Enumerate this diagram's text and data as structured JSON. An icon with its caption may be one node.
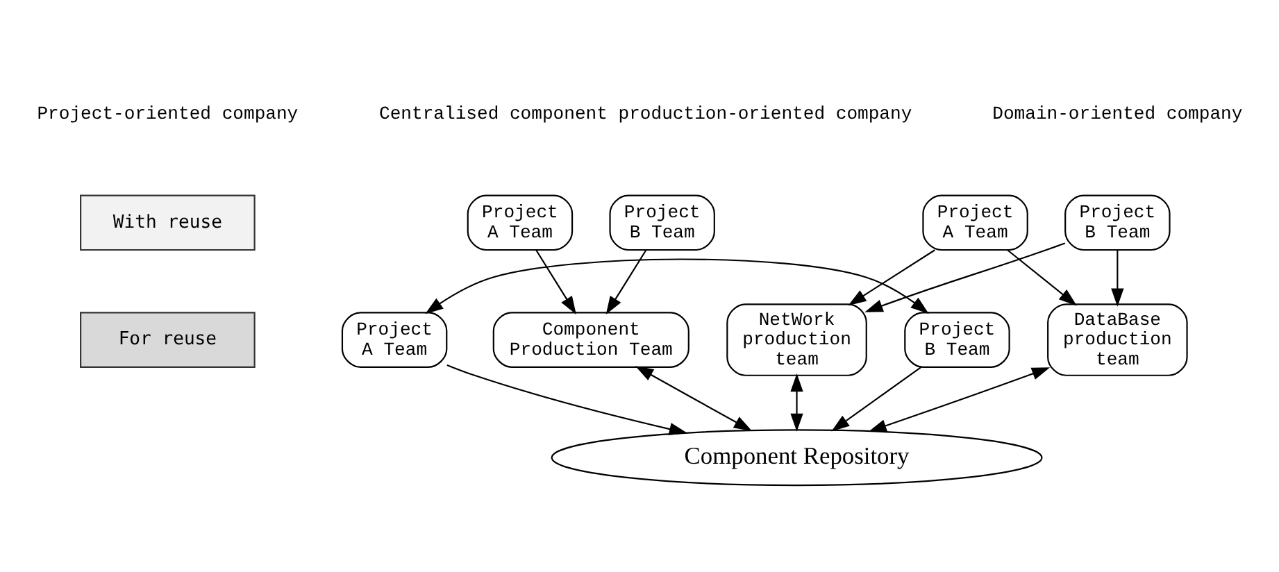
{
  "diagram": {
    "nodes": [
      {
        "text": [
          "With reuse"
        ]
      },
      {
        "text": [
          "For reuse"
        ]
      },
      {
        "text": [
          "Project A Team"
        ]
      },
      {
        "text": [
          "Project B Team"
        ]
      },
      {
        "text": [
          "Project A Team"
        ]
      },
      {
        "text": [
          "Project B Team"
        ]
      },
      {
        "text": [
          "Component Production Team"
        ]
      },
      {
        "text": [
          "Project A Team"
        ]
      },
      {
        "text": [
          "Project B Team"
        ]
      },
      {
        "text": [
          "NetWork production team"
        ]
      },
      {
        "text": [
          "DataBase production team"
        ]
      },
      {
        "text": [
          "Component Repository"
        ]
      }
    ],
    "edges": [
      {
        "from": 2,
        "to": 3,
        "arrow": "both"
      },
      {
        "from": 2,
        "to": 11,
        "arrow": "to"
      },
      {
        "from": 3,
        "to": 11,
        "arrow": "to"
      },
      {
        "from": 4,
        "to": 6,
        "arrow": "to"
      },
      {
        "from": 5,
        "to": 6,
        "arrow": "to"
      },
      {
        "from": 6,
        "to": 11,
        "arrow": "both"
      },
      {
        "from": 7,
        "to": 9,
        "arrow": "to"
      },
      {
        "from": 7,
        "to": 10,
        "arrow": "to"
      },
      {
        "from": 8,
        "to": 9,
        "arrow": "to"
      },
      {
        "from": 8,
        "to": 10,
        "arrow": "to"
      },
      {
        "from": 9,
        "to": 11,
        "arrow": "both"
      },
      {
        "from": 10,
        "to": 11,
        "arrow": "both"
      }
    ],
    "labels": [
      "Project-oriented company",
      "Centralised component production-oriented company",
      "Domain-oriented company"
    ]
  }
}
